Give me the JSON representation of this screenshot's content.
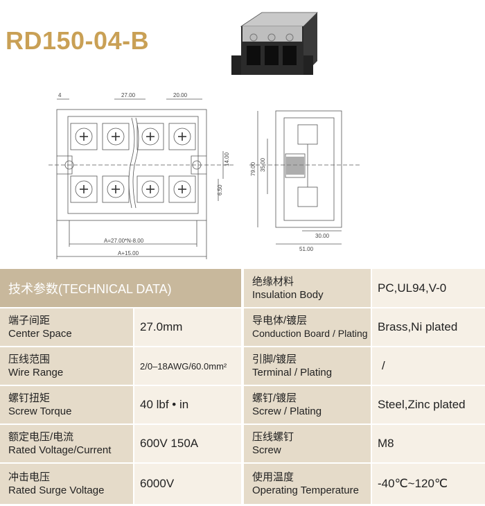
{
  "title": "RD150-04-B",
  "drawing": {
    "dims": {
      "d4": "4",
      "d27": "27.00",
      "d20": "20.00",
      "d14": "14.00",
      "d650": "6.50",
      "dA1": "A=27.00*N-8.00",
      "dA2": "A+15.00",
      "d79": "79.00",
      "d35": "35.00",
      "d30": "30.00",
      "d51": "51.00"
    }
  },
  "table": {
    "header": "技术参数(TECHNICAL DATA)",
    "right_rows": [
      {
        "cn": "绝缘材料",
        "en": "Insulation Body",
        "value": "PC,UL94,V-0"
      },
      {
        "cn": "导电体/镀层",
        "en": "Conduction Board / Plating",
        "value": "Brass,Ni plated"
      },
      {
        "cn": "引脚/镀层",
        "en": "Terminal / Plating",
        "value": "/"
      },
      {
        "cn": "螺钉/镀层",
        "en": "Screw / Plating",
        "value": "Steel,Zinc plated"
      },
      {
        "cn": "压线螺钉",
        "en": "Screw",
        "value": "M8"
      },
      {
        "cn": "使用温度",
        "en": "Operating Temperature",
        "value": "-40℃~120℃"
      }
    ],
    "left_rows": [
      {
        "cn": "端子间距",
        "en": "Center Space",
        "value": "27.0mm"
      },
      {
        "cn": "压线范围",
        "en": "Wire Range",
        "value": "2/0–18AWG/60.0mm²"
      },
      {
        "cn": "螺钉扭矩",
        "en": "Screw Torque",
        "value": "40 lbf • in"
      },
      {
        "cn": "额定电压/电流",
        "en": "Rated Voltage/Current",
        "value": "600V 150A"
      },
      {
        "cn": "冲击电压",
        "en": "Rated Surge Voltage",
        "value": "6000V"
      }
    ]
  },
  "colors": {
    "title": "#c9a055",
    "header_bg": "#c8b89c",
    "label_bg": "#e5dbc9",
    "value_bg": "#f6f0e6"
  }
}
